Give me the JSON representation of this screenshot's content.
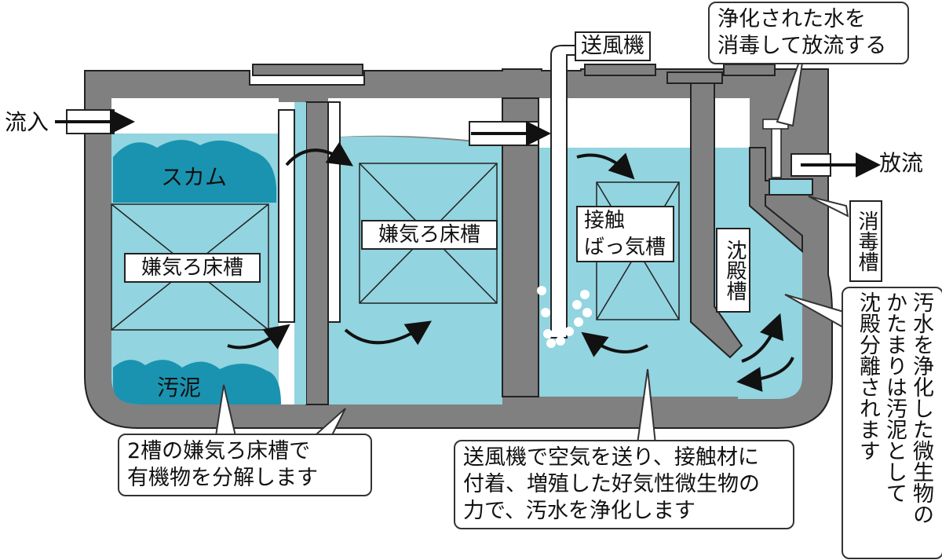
{
  "labels": {
    "inflow": "流入",
    "outflow": "放流",
    "blower": "送風機",
    "scum": "スカム",
    "sludge": "汚泥",
    "anaerobic_tank_1": "嫌気ろ床槽",
    "anaerobic_tank_2": "嫌気ろ床槽",
    "contact_aeration_line1": "接触",
    "contact_aeration_line2": "ばっ気槽",
    "sedimentation_tank": "沈殿槽",
    "disinfection_tank": "消毒槽"
  },
  "callouts": {
    "anaerobic": [
      "2槽の嫌気ろ床槽で",
      "有機物を分解します"
    ],
    "aeration": [
      "送風機で空気を送り、接触材に",
      "付着、増殖した好気性微生物の",
      "力で、汚水を浄化します"
    ],
    "disinfect": [
      "浄化された水を",
      "消毒して放流する"
    ],
    "sedimentation": [
      "汚水を浄化した微生物の",
      "かたまりは汚泥として",
      "沈殿分離されます"
    ]
  },
  "colors": {
    "wall": "#808080",
    "water": "#92d4df",
    "scum_sludge": "#1a93b0",
    "outline": "#222222"
  }
}
